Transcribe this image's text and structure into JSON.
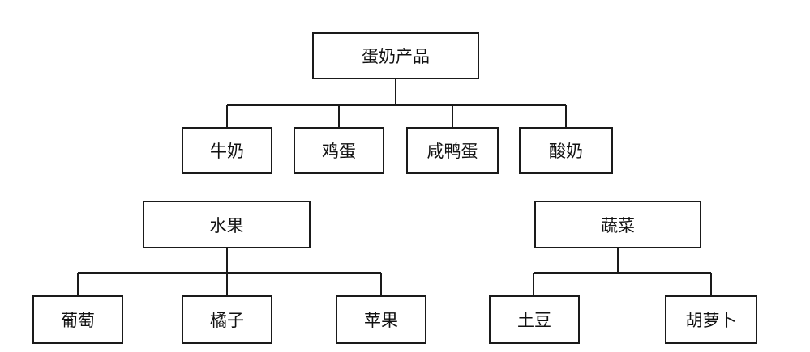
{
  "dairy": {
    "root": "蛋奶产品",
    "children": [
      "牛奶",
      "鸡蛋",
      "咸鸭蛋",
      "酸奶"
    ]
  },
  "fruit": {
    "root": "水果",
    "children": [
      "葡萄",
      "橘子",
      "苹果"
    ]
  },
  "vegetable": {
    "root": "蔬菜",
    "children": [
      "土豆",
      "胡萝卜"
    ]
  },
  "colors": {
    "line": "#1a1a1a",
    "text": "#111111",
    "background": "#ffffff"
  }
}
